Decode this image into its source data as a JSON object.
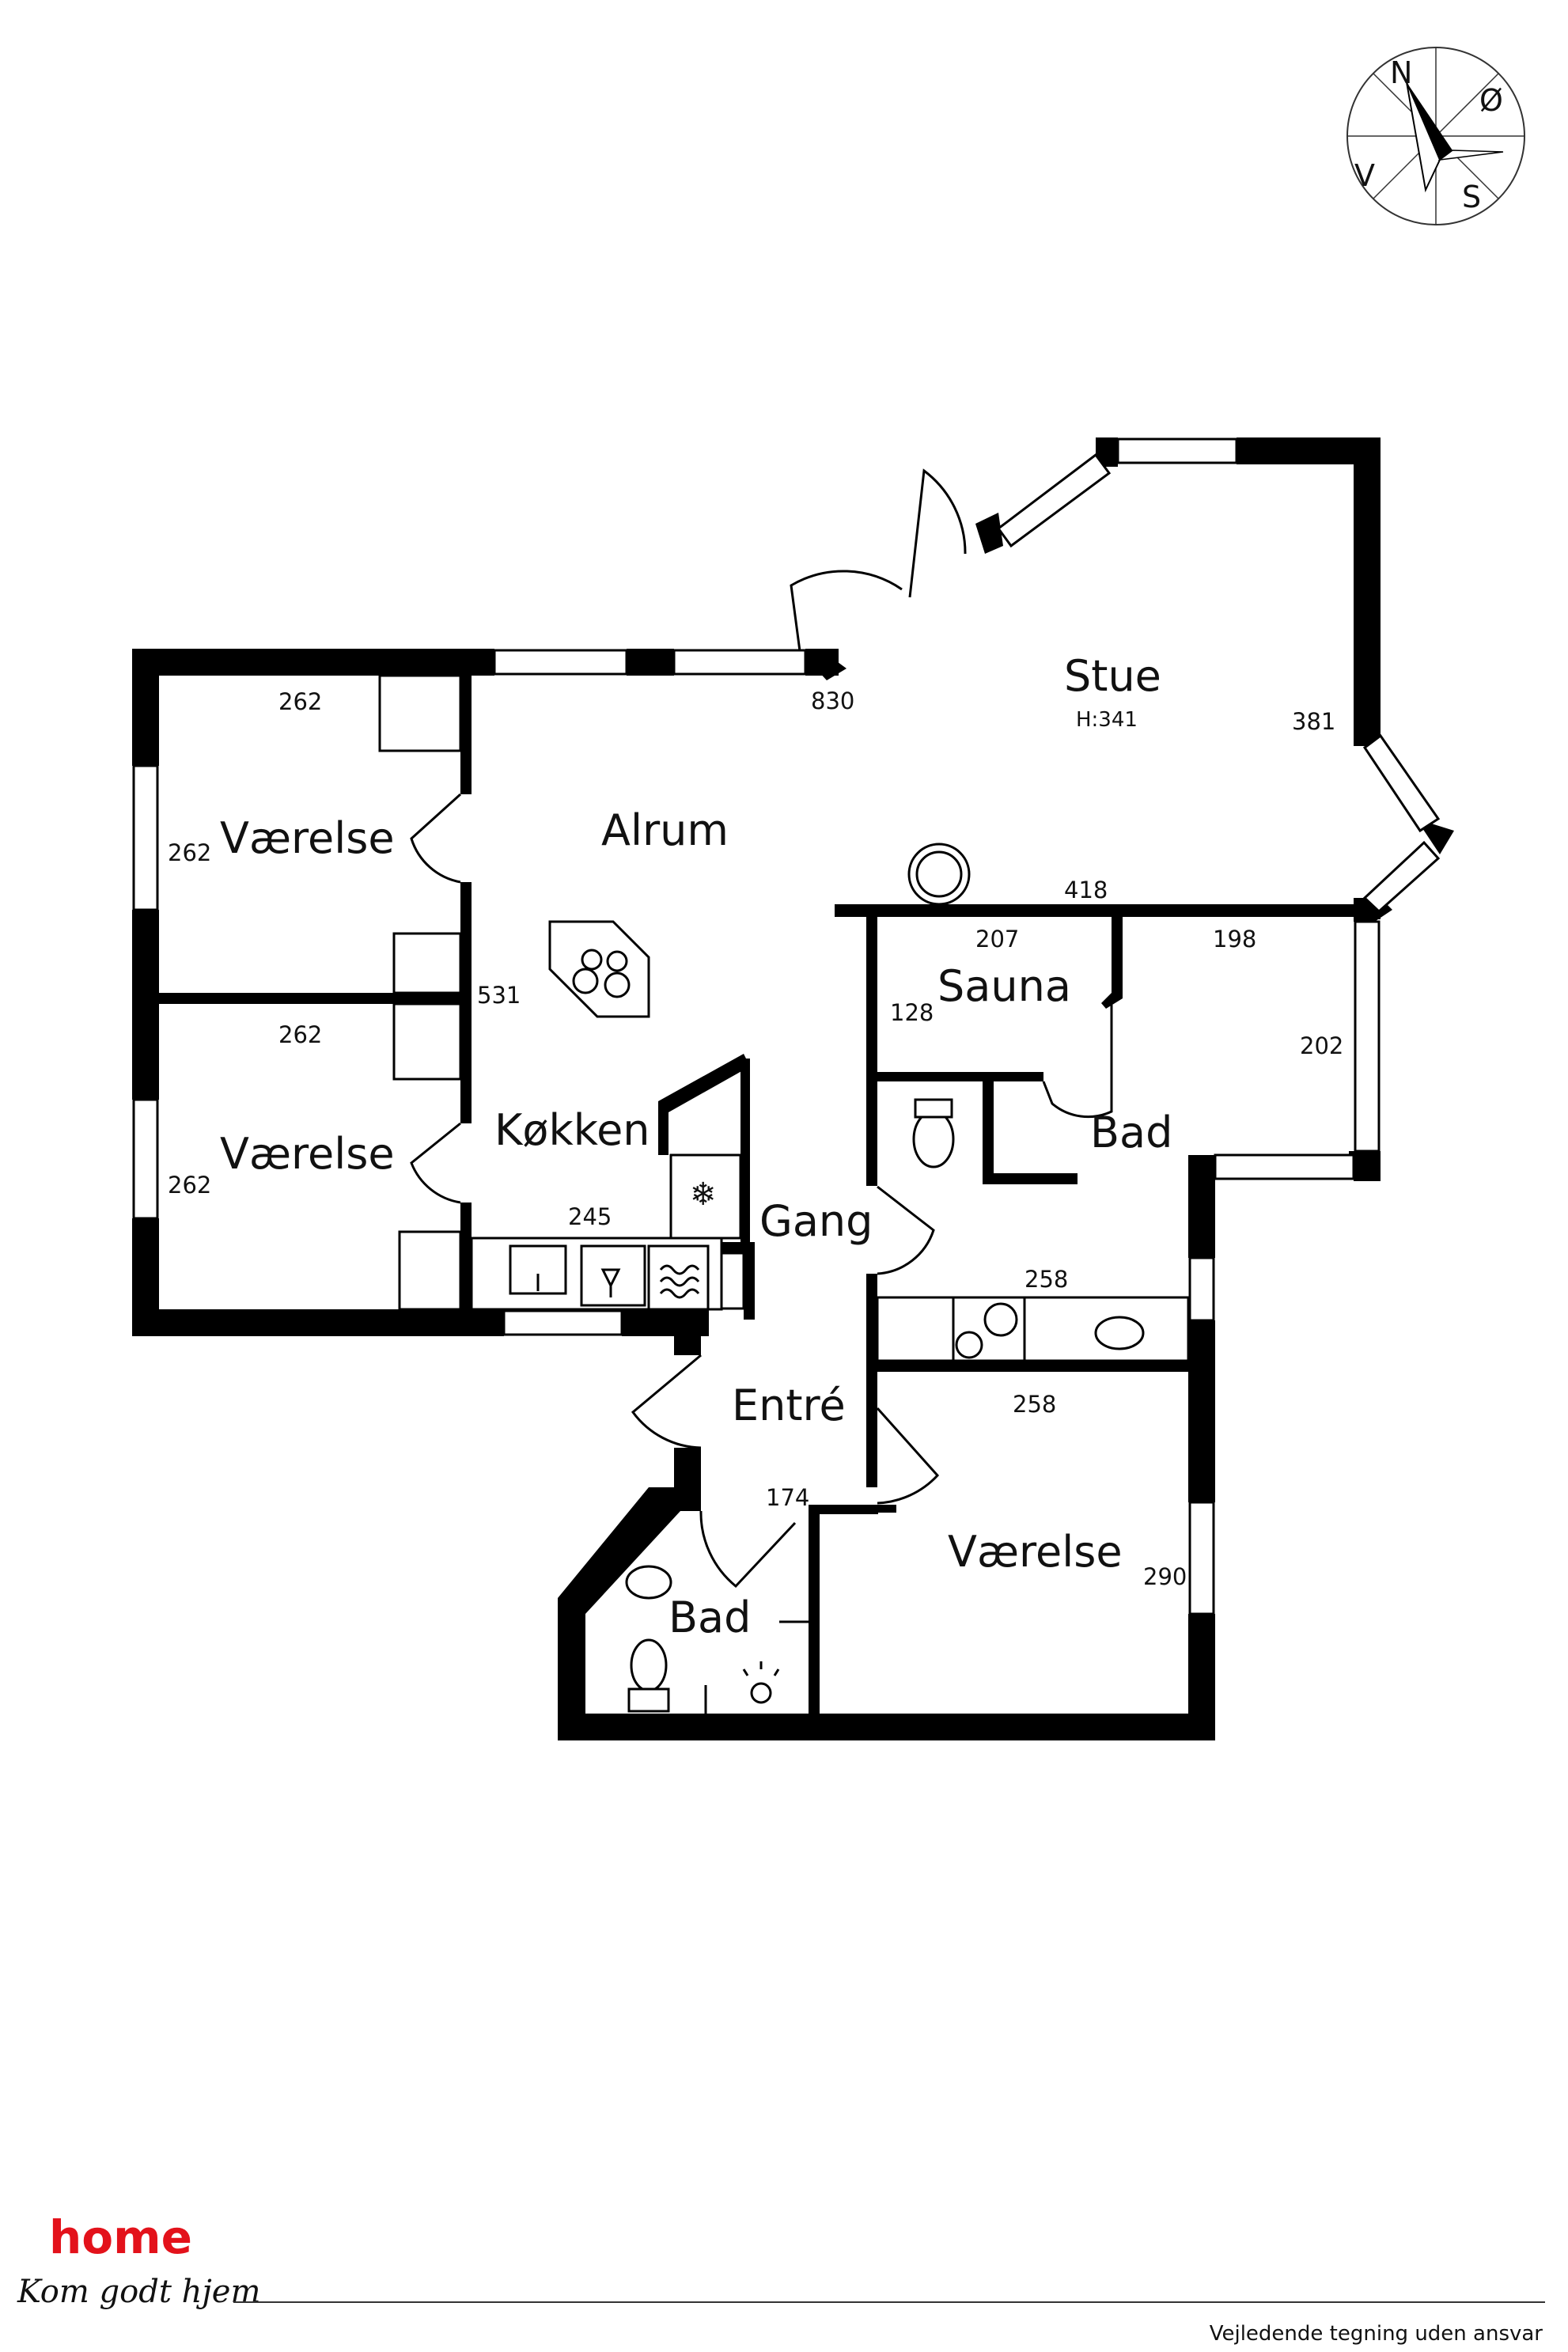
{
  "rooms": {
    "vaerelse_top": "Værelse",
    "vaerelse_mid": "Værelse",
    "alrum": "Alrum",
    "stue": "Stue",
    "stue_height": "H:341",
    "sauna": "Sauna",
    "bad_right": "Bad",
    "koekken": "Køkken",
    "gang": "Gang",
    "entre": "Entré",
    "bad_bottom": "Bad",
    "vaerelse_bottom": "Værelse"
  },
  "dimensions": {
    "d262_a": "262",
    "d262_b": "262",
    "d262_c": "262",
    "d262_d": "262",
    "d830": "830",
    "d381": "381",
    "d418": "418",
    "d207": "207",
    "d198": "198",
    "d128": "128",
    "d202": "202",
    "d531": "531",
    "d245": "245",
    "d258_a": "258",
    "d258_b": "258",
    "d174": "174",
    "d290": "290"
  },
  "compass": {
    "n": "N",
    "e": "Ø",
    "s": "S",
    "w": "V"
  },
  "brand": {
    "name": "home",
    "tagline": "Kom godt hjem"
  },
  "disclaimer": "Vejledende tegning uden ansvar",
  "colors": {
    "brand_red": "#e3121b",
    "wall": "#000000"
  }
}
